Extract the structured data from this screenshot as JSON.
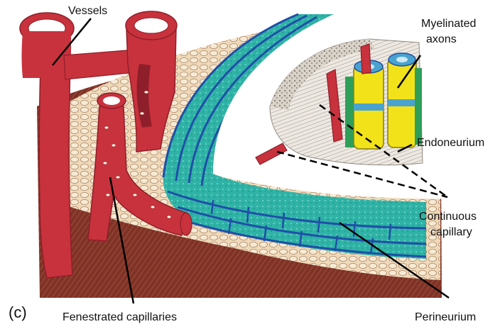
{
  "panel_label": "(c)",
  "labels": {
    "vessels": "Vessels",
    "myelinated_axons_line1": "Myelinated",
    "myelinated_axons_line2": "axons",
    "endoneurium": "Endoneurium",
    "continuous_capillary_line1": "Continuous",
    "continuous_capillary_line2": "capillary",
    "fenestrated_capillaries": "Fenestrated capillaries",
    "perineurium": "Perineurium"
  },
  "colors": {
    "vessel_red": "#c8323d",
    "vessel_dark": "#8e1f2a",
    "perineurium_blue": "#1f4fa8",
    "perineurium_teal": "#2fb3a6",
    "epineurium_tan": "#e9cfa9",
    "tissue_brown": "#8a3a2c",
    "myelin_yellow": "#f2e21a",
    "axon_blue": "#4aa3cf",
    "endoneurium_gray": "#bdb6ad"
  }
}
